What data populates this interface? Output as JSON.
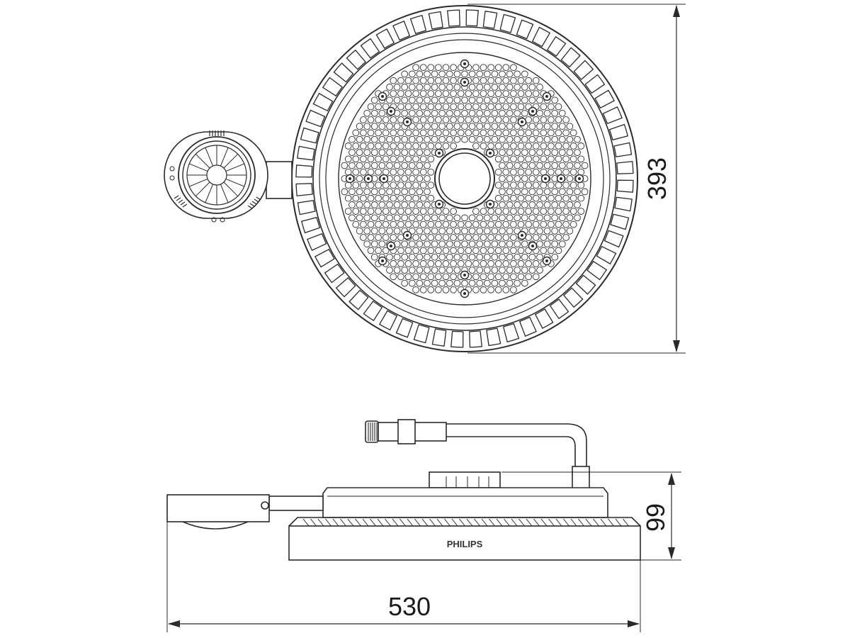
{
  "drawing": {
    "brand": "PHILIPS",
    "dimensions": {
      "diameter": "393",
      "height": "99",
      "width": "530"
    }
  }
}
